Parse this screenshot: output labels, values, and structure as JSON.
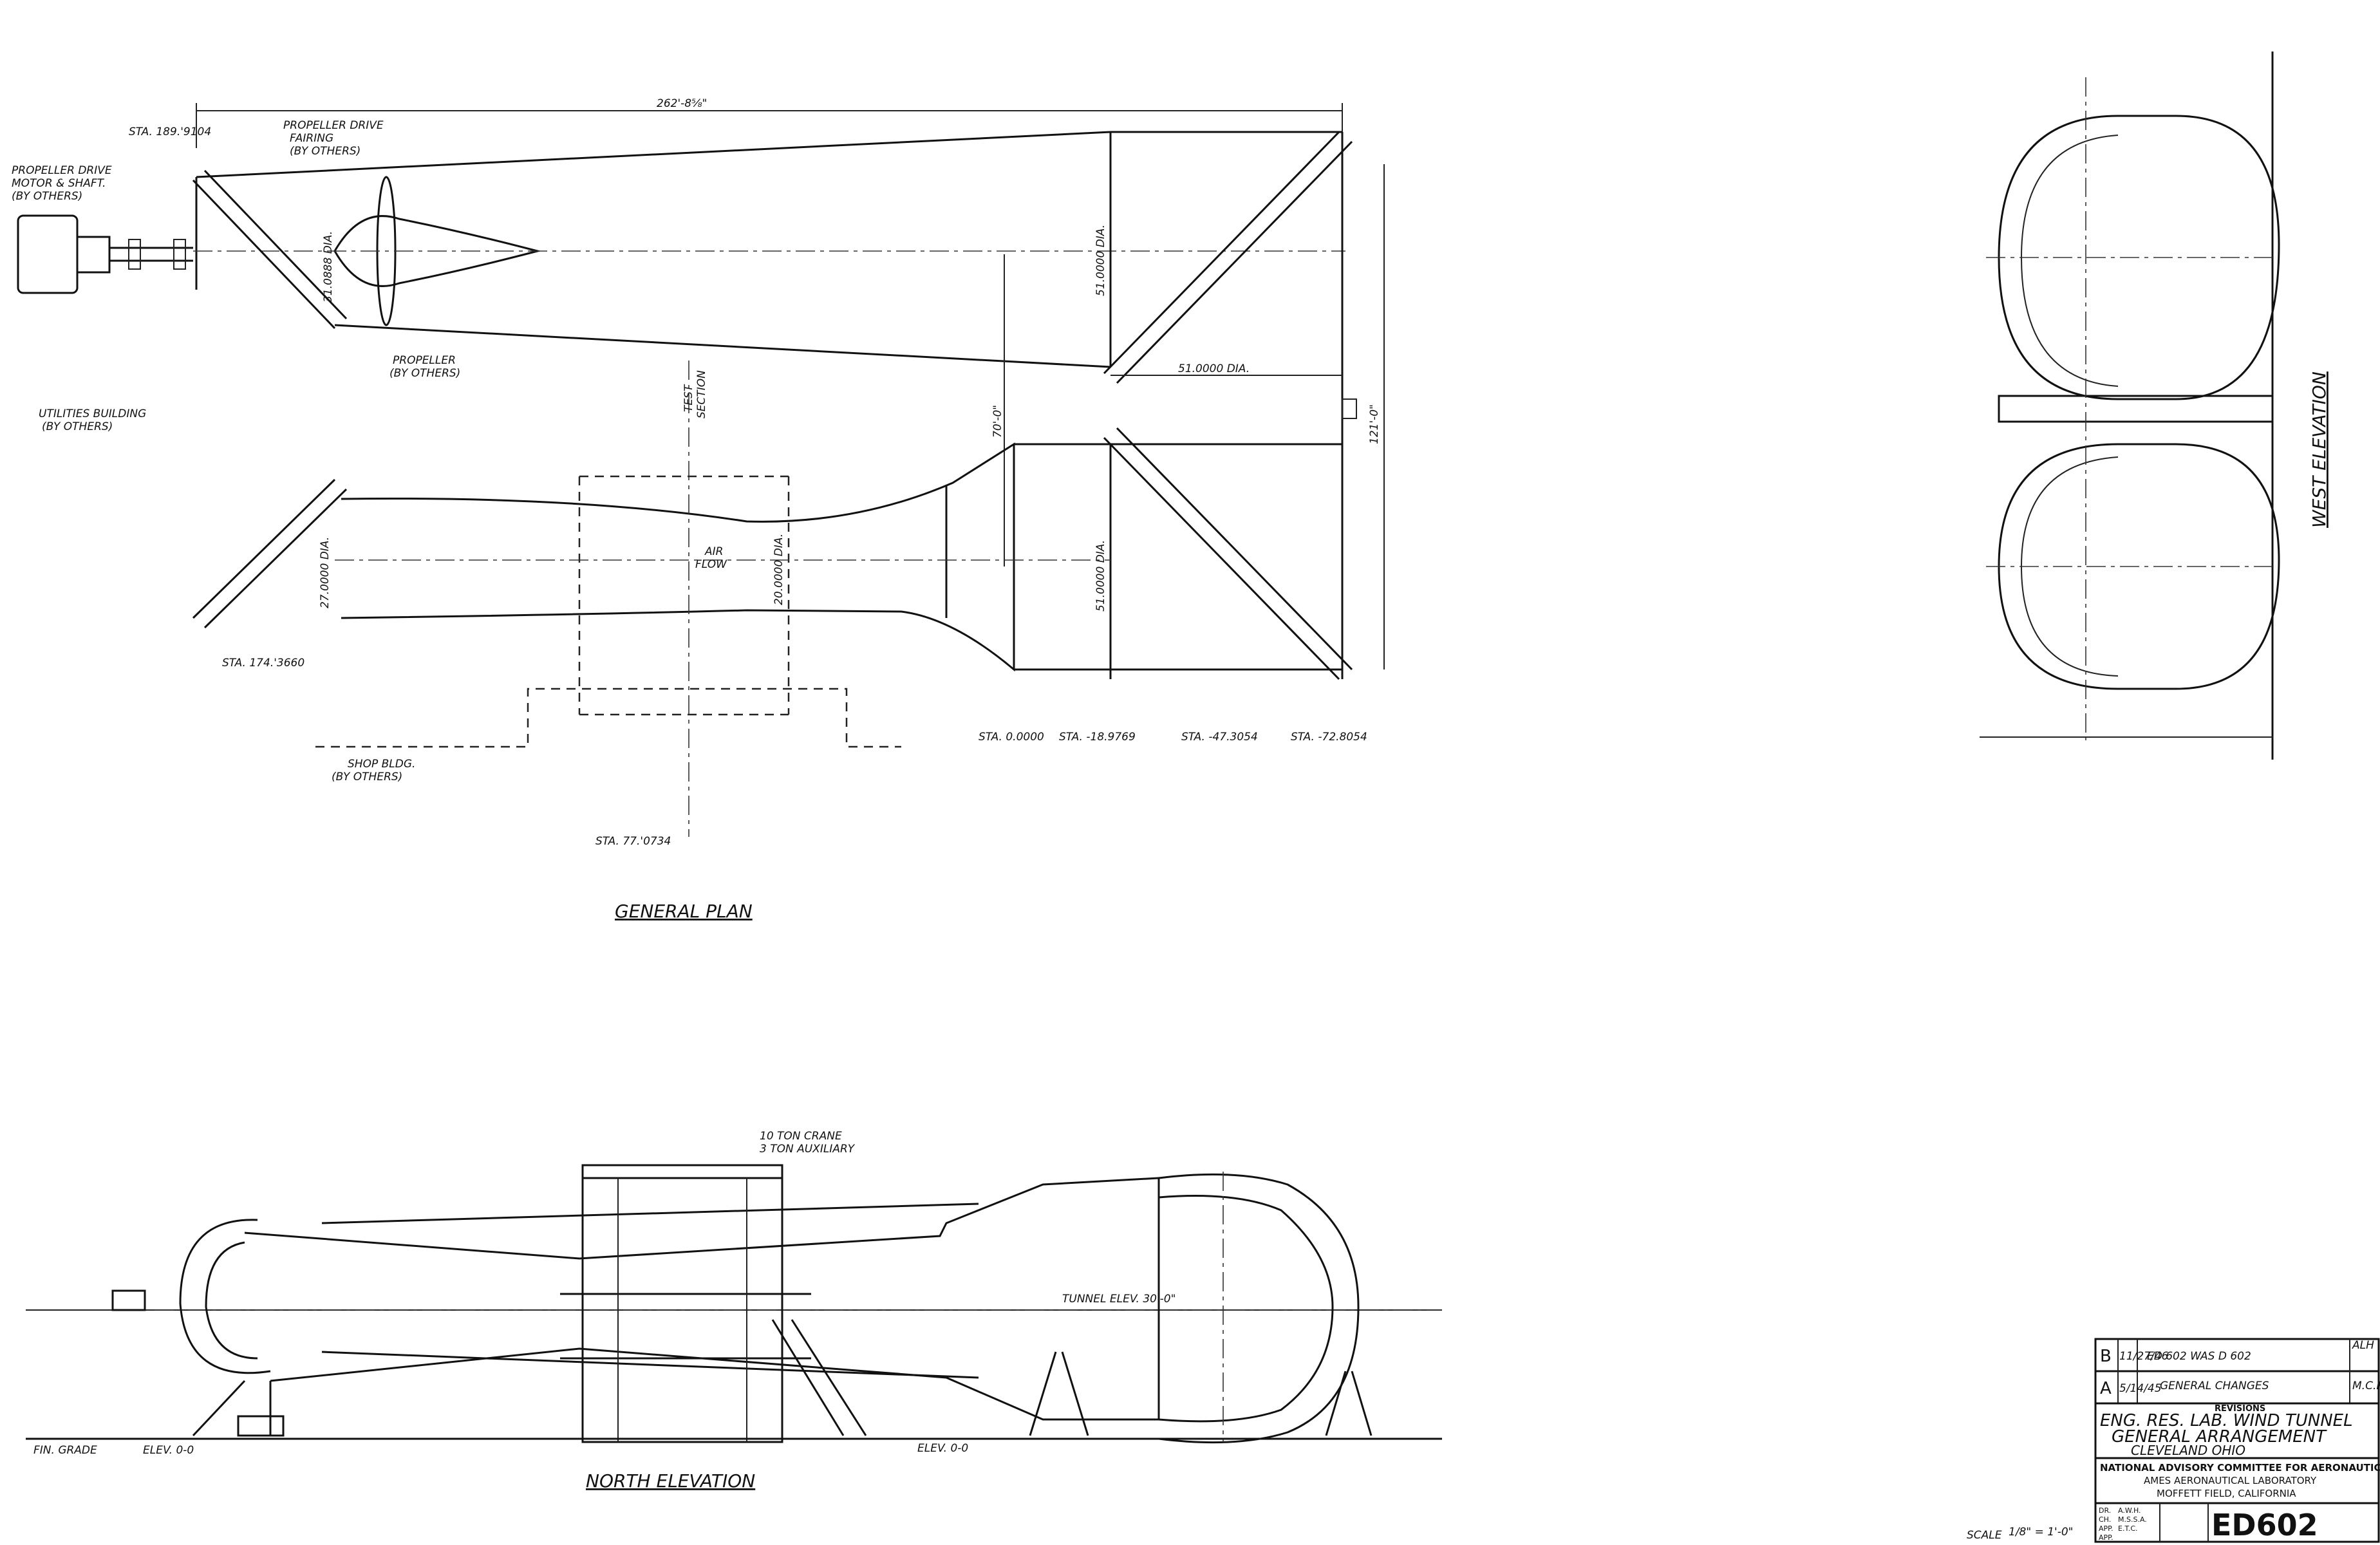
{
  "plan": {
    "overall_dim": "262'-8⅝\"",
    "sta_189": "STA. 189.'9104",
    "motor_label": [
      "PROPELLER DRIVE",
      "MOTOR & SHAFT.",
      "(BY OTHERS)"
    ],
    "fairing_label": [
      "PROPELLER DRIVE",
      "FAIRING",
      "(BY OTHERS)"
    ],
    "propeller_label": [
      "PROPELLER",
      "(BY OTHERS)"
    ],
    "utilities_label": [
      "UTILITIES BUILDING",
      "(BY OTHERS)"
    ],
    "dia_prop": "31.0888 DIA.",
    "dia_51_top": "51.0000 DIA.",
    "dia_51_mid": "51.0000 DIA.",
    "dia_51_bot": "51.0000 DIA.",
    "dia_27": "27.0000 DIA.",
    "dia_20": "20.0000 DIA.",
    "dim_70": "70'-0\"",
    "dim_121": "121'-0\"",
    "test_section": [
      "TEST",
      "SECTION"
    ],
    "air_flow": [
      "AIR",
      "FLOW"
    ],
    "sta_174": "STA. 174.'3660",
    "sta_0": "STA. 0.0000",
    "sta_18": "STA. -18.9769",
    "sta_47": "STA. -47.3054",
    "sta_72": "STA. -72.8054",
    "sta_77": "STA. 77.'0734",
    "shop_label": [
      "SHOP BLDG.",
      "(BY OTHERS)"
    ],
    "title": "GENERAL PLAN"
  },
  "west": {
    "title": "WEST ELEVATION"
  },
  "north": {
    "crane_label": [
      "10 TON CRANE",
      "3 TON AUXILIARY"
    ],
    "tunnel_elev": "TUNNEL ELEV. 30'-0\"",
    "fin_grade": "FIN. GRADE",
    "elev_left": "ELEV. 0-0",
    "elev_right": "ELEV. 0-0",
    "title": "NORTH ELEVATION"
  },
  "revisions": {
    "rows": [
      {
        "letter": "B",
        "date": "11/27/46",
        "desc": "ED 602 WAS D 602",
        "init": "ALH"
      },
      {
        "letter": "A",
        "date": "5/14/45",
        "desc": "GENERAL CHANGES",
        "init": "M.C.M."
      }
    ],
    "heading": "REVISIONS"
  },
  "title_block": {
    "line1": "ENG. RES. LAB. WIND TUNNEL",
    "line2": "GENERAL ARRANGEMENT",
    "line3": "CLEVELAND   OHIO",
    "org": "NATIONAL ADVISORY COMMITTEE FOR AERONAUTICS",
    "lab": "AMES AERONAUTICAL LABORATORY",
    "place": "MOFFETT FIELD, CALIFORNIA",
    "sign": [
      {
        "role": "DR.",
        "name": "A.W.H."
      },
      {
        "role": "CH.",
        "name": "M.S.S.A."
      },
      {
        "role": "APP.",
        "name": "E.T.C."
      },
      {
        "role": "APP.",
        "name": ""
      }
    ],
    "dwg_no": "ED602",
    "scale_label": "SCALE",
    "scale_value": "1/8\" = 1'-0\""
  }
}
